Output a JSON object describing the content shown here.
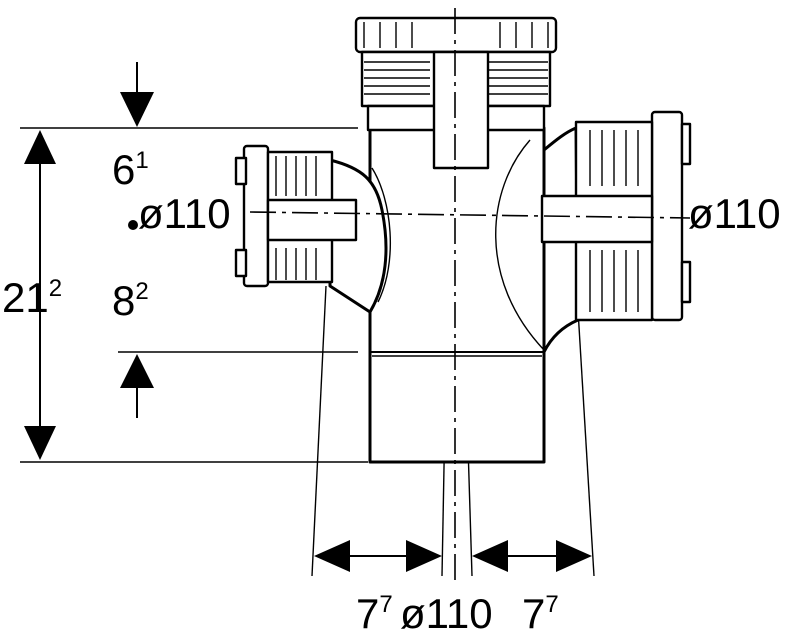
{
  "dimensions": {
    "left_diameter": "ø110",
    "right_diameter": "ø110",
    "bottom_diameter": "ø110",
    "total_height": {
      "main": "21",
      "sup": "2"
    },
    "upper_offset": {
      "main": "6",
      "sup": "1"
    },
    "lower_offset": {
      "main": "8",
      "sup": "2"
    },
    "bottom_left_offset": {
      "main": "7",
      "sup": "7"
    },
    "bottom_right_offset": {
      "main": "7",
      "sup": "7"
    }
  }
}
